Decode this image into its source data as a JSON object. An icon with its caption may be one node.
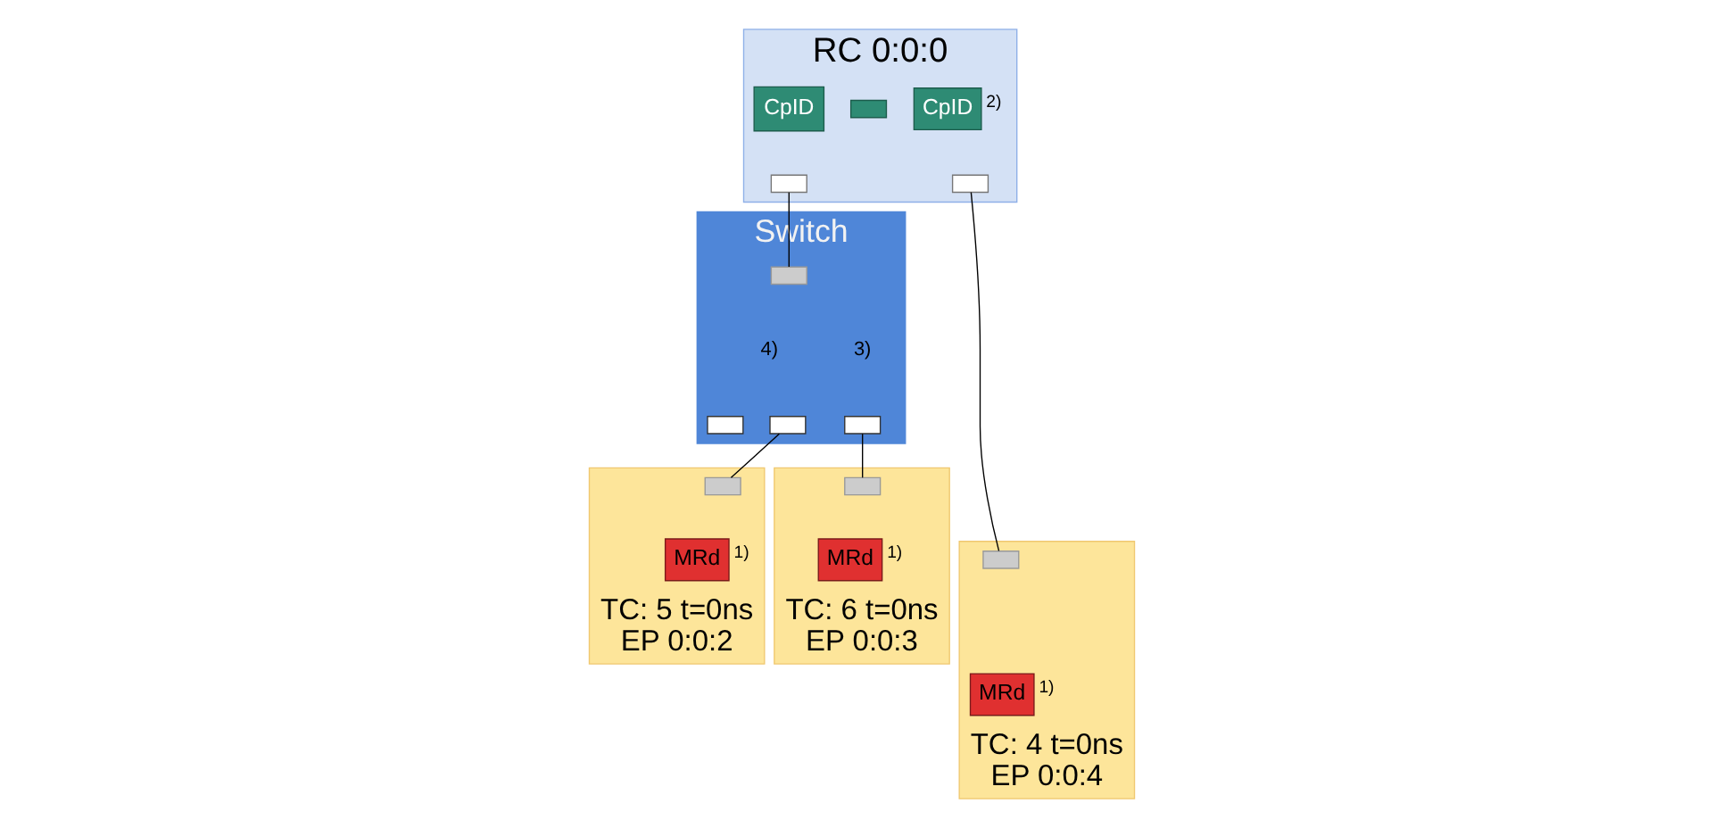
{
  "diagram": {
    "nodes": [
      {
        "text": [
          "RC 0:0:0"
        ]
      },
      {
        "text": [],
        "shape": "box",
        "in": 0
      },
      {
        "text": [
          "CpID"
        ],
        "in": 0
      },
      {
        "text": [
          "CpID"
        ],
        "in": 0,
        "beside": [
          "2)"
        ]
      },
      {
        "text": [],
        "shape": "box",
        "in": 0
      },
      {
        "text": [],
        "shape": "box",
        "in": 0
      },
      {
        "text": [
          "Switch"
        ]
      },
      {
        "text": [],
        "shape": "box",
        "in": 6
      },
      {
        "text": [],
        "shape": "box",
        "in": 6
      },
      {
        "text": [],
        "shape": "box",
        "in": 6
      },
      {
        "text": [],
        "shape": "box",
        "in": 6
      },
      {
        "text": [
          "TC: 5 t=0ns",
          "EP 0:0:2"
        ]
      },
      {
        "text": [],
        "shape": "box",
        "in": 11
      },
      {
        "text": [
          "MRd"
        ],
        "in": 11,
        "beside": [
          "1)"
        ]
      },
      {
        "text": [
          "TC: 6 t=0ns",
          "EP 0:0:3"
        ]
      },
      {
        "text": [],
        "shape": "box",
        "in": 14
      },
      {
        "text": [
          "MRd"
        ],
        "in": 14,
        "beside": [
          "1)"
        ]
      },
      {
        "text": [
          "TC: 4 t=0ns",
          "EP 0:0:4"
        ]
      },
      {
        "text": [],
        "shape": "box",
        "in": 17
      },
      {
        "text": [
          "MRd"
        ],
        "in": 17,
        "beside": [
          "1)"
        ]
      }
    ],
    "edges": [
      {
        "from": 4,
        "to": 7,
        "arrow": "none"
      },
      {
        "from": 8,
        "to": 12,
        "arrow": "none"
      },
      {
        "from": 9,
        "to": 15,
        "arrow": "none"
      },
      {
        "from": 5,
        "to": 18,
        "arrow": "none"
      }
    ],
    "labels": [
      "4)",
      "3)"
    ]
  }
}
